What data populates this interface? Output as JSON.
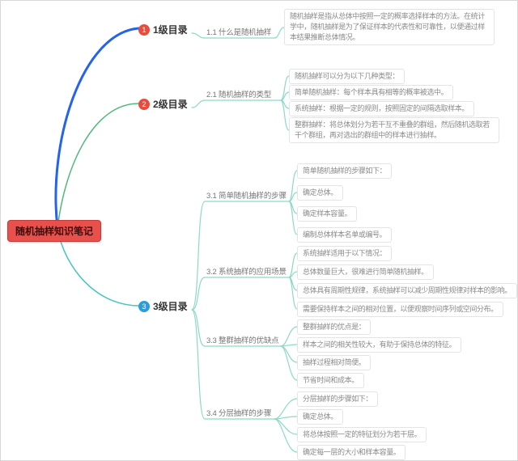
{
  "root": {
    "label": "随机抽样知识笔记"
  },
  "colors": {
    "root_bg": "#e8504c",
    "root_border": "#c23b38",
    "badge_1": "#e74c3c",
    "badge_2": "#e74c3c",
    "badge_3": "#2d9cdb",
    "line_level1": "#2563e8",
    "line_level2": "#53b87e",
    "line_level3": "#49c5c0",
    "connector": "#8bd9c6"
  },
  "branches": [
    {
      "badge": "1",
      "label": "1级目录",
      "children": [
        {
          "label": "1.1 什么是随机抽样",
          "leaves": [
            "随机抽样是指从总体中按照一定的概率选择样本的方法。在统计学中，随机抽样是为了保证样本的代表性和可靠性，以便通过样本结果推断总体情况。"
          ]
        }
      ]
    },
    {
      "badge": "2",
      "label": "2级目录",
      "children": [
        {
          "label": "2.1 随机抽样的类型",
          "leaves": [
            "随机抽样可以分为以下几种类型：",
            "简单随机抽样：每个样本具有相等的概率被选中。",
            "系统抽样：根据一定的规则，按照固定的间隔选取样本。",
            "整群抽样：将总体划分为若干互不重叠的群组，然后随机选取若干个群组，再对选出的群组中的样本进行抽样。"
          ]
        }
      ]
    },
    {
      "badge": "3",
      "label": "3级目录",
      "children": [
        {
          "label": "3.1 简单随机抽样的步骤",
          "leaves": [
            "简单随机抽样的步骤如下：",
            "确定总体。",
            "确定样本容量。",
            "编制总体样本名单或编号。"
          ]
        },
        {
          "label": "3.2 系统抽样的应用场景",
          "leaves": [
            "系统抽样适用于以下情况：",
            "总体数量巨大，很难进行简单随机抽样。",
            "总体具有周期性规律，系统抽样可以减少周期性规律对样本的影响。",
            "需要保持样本之间的相对位置，以便观察时间序列或空间分布。"
          ]
        },
        {
          "label": "3.3 整群抽样的优缺点",
          "leaves": [
            "整群抽样的优点是：",
            "样本之间的相关性较大，有助于保持总体的特征。",
            "抽样过程相对简便。",
            "节省时间和成本。"
          ]
        },
        {
          "label": "3.4 分层抽样的步骤",
          "leaves": [
            "分层抽样的步骤如下：",
            "确定总体。",
            "将总体按照一定的特征划分为若干层。",
            "确定每一层的大小和样本容量。"
          ]
        }
      ]
    }
  ]
}
